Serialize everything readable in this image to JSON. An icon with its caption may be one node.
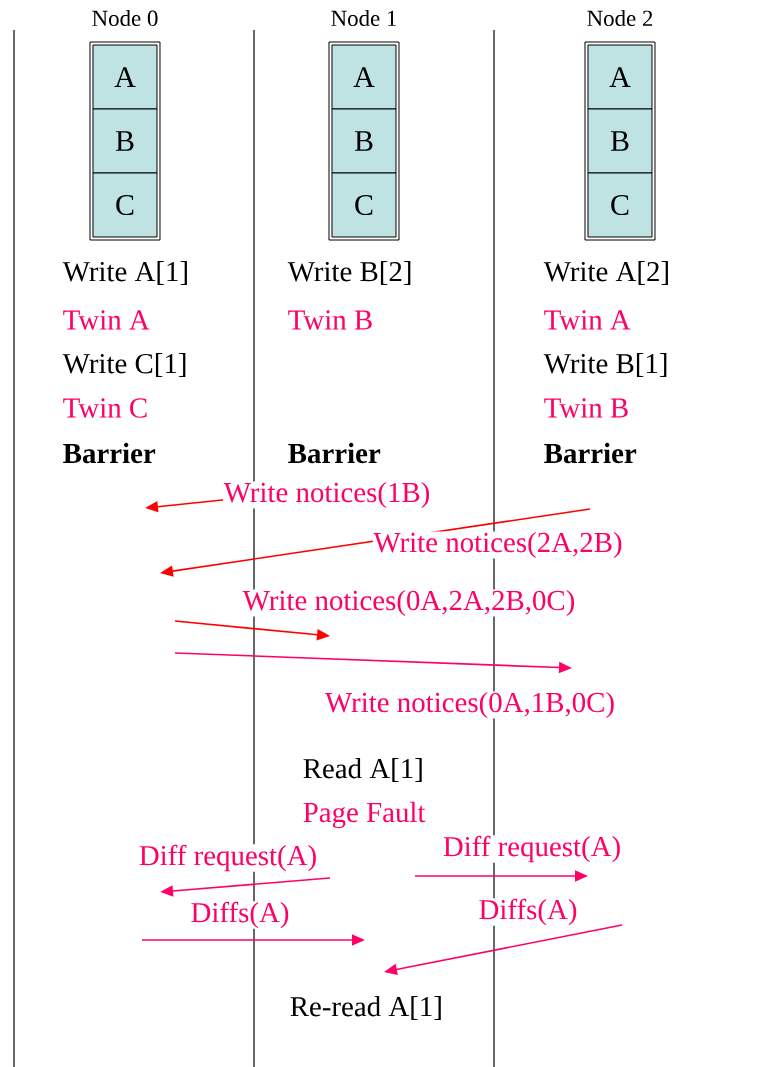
{
  "diagram": {
    "nodes": [
      {
        "text": [
          "Node 0"
        ]
      },
      {
        "text": [
          "A"
        ],
        "in": 0
      },
      {
        "text": [
          "B"
        ],
        "in": 0
      },
      {
        "text": [
          "C"
        ],
        "in": 0
      },
      {
        "text": [
          "Node 1"
        ]
      },
      {
        "text": [
          "A"
        ],
        "in": 4
      },
      {
        "text": [
          "B"
        ],
        "in": 4
      },
      {
        "text": [
          "C"
        ],
        "in": 4
      },
      {
        "text": [
          "Node 2"
        ]
      },
      {
        "text": [
          "A"
        ],
        "in": 8
      },
      {
        "text": [
          "B"
        ],
        "in": 8
      },
      {
        "text": [
          "C"
        ],
        "in": 8
      }
    ],
    "labels": [
      "Write A[1]",
      "Twin A",
      "Write C[1]",
      "Twin C",
      "Barrier",
      "Write B[2]",
      "Twin B",
      "Barrier",
      "Write A[2]",
      "Twin A",
      "Write B[1]",
      "Twin B",
      "Barrier",
      "Write notices(1B)",
      "Write notices(2A,2B)",
      "Write notices(0A,2A,2B,0C)",
      "Write notices(0A,1B,0C)",
      "Read A[1]",
      "Page Fault",
      "Diff request(A)",
      "Diff request(A)",
      "Diffs(A)",
      "Diffs(A)",
      "Re-read A[1]"
    ]
  }
}
